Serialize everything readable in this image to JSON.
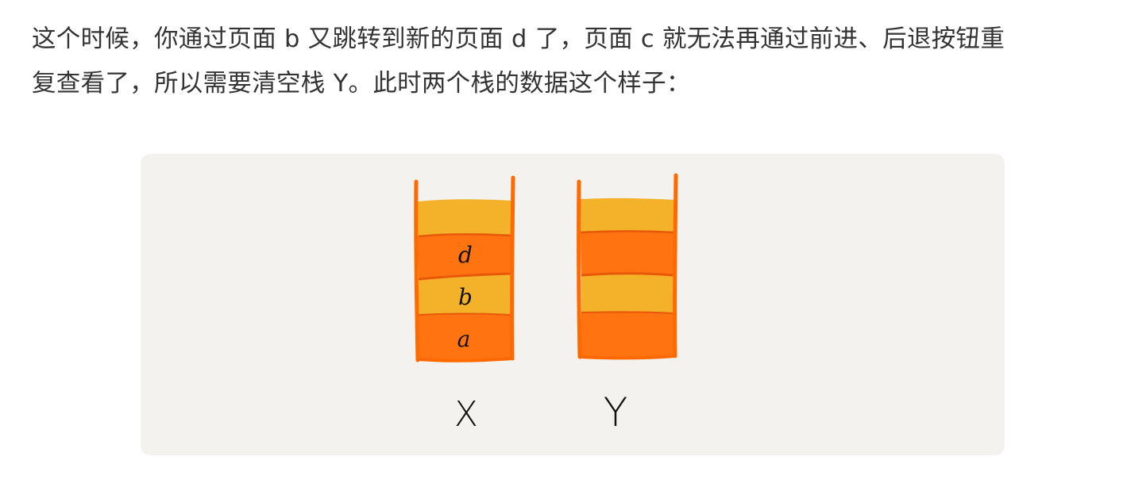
{
  "article": {
    "paragraph_lines": [
      "这个时候，你通过页面 b 又跳转到新的页面 d 了，页面 c 就无法再通过前进、后退按钮重",
      "复查看了，所以需要清空栈 Y。此时两个栈的数据这个样子："
    ]
  },
  "figure": {
    "stacks": [
      {
        "label": "X",
        "slots": [
          {
            "label": "",
            "color": "#f4b12a"
          },
          {
            "label": "d",
            "color": "#ff7311"
          },
          {
            "label": "b",
            "color": "#f4b12a"
          },
          {
            "label": "a",
            "color": "#ff7311"
          }
        ]
      },
      {
        "label": "Y",
        "slots": [
          {
            "label": "",
            "color": "#f4b12a"
          },
          {
            "label": "",
            "color": "#ff7311"
          },
          {
            "label": "",
            "color": "#f4b12a"
          },
          {
            "label": "",
            "color": "#ff7311"
          }
        ]
      }
    ],
    "colors": {
      "background": "#f3f2ef",
      "wall": "#ff6a00",
      "band_dark": "#ff7311",
      "band_light": "#f4b12a",
      "ink": "#111111"
    }
  }
}
